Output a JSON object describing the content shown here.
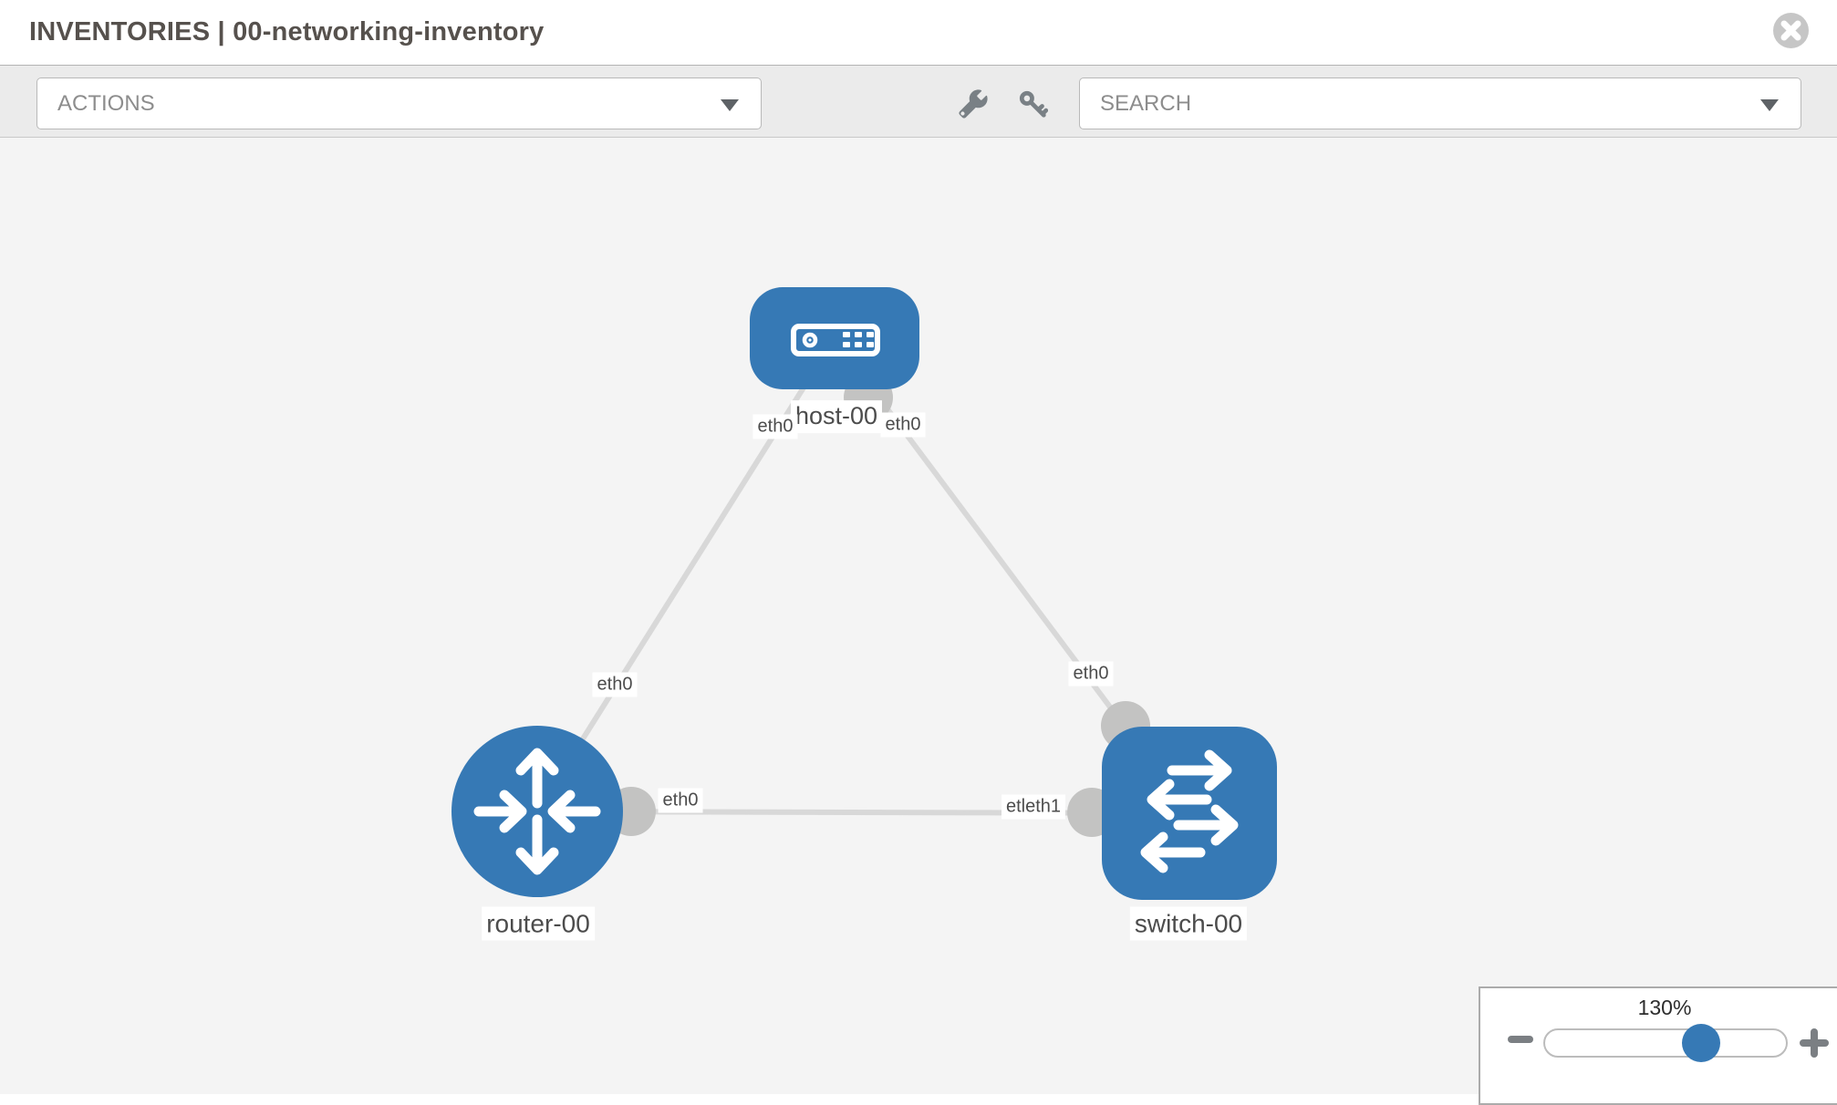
{
  "header": {
    "title": "INVENTORIES | 00-networking-inventory"
  },
  "toolbar": {
    "actions_label": "ACTIONS",
    "search_label": "SEARCH",
    "icons": [
      "wrench",
      "key"
    ]
  },
  "topology": {
    "nodes": {
      "host": {
        "label": "host-00",
        "type": "host"
      },
      "router": {
        "label": "router-00",
        "type": "router"
      },
      "switch": {
        "label": "switch-00",
        "type": "switch"
      }
    },
    "interface_labels": {
      "host_left": "eth0",
      "host_right": "eth0",
      "link_host_router": "eth0",
      "link_host_switch": "eth0",
      "link_router_switch_left": "eth0",
      "link_router_switch_right": "etleth1"
    },
    "links": [
      {
        "from": "host-00",
        "to": "router-00"
      },
      {
        "from": "host-00",
        "to": "switch-00"
      },
      {
        "from": "router-00",
        "to": "switch-00"
      }
    ]
  },
  "zoom_control": {
    "level": "130%"
  },
  "colors": {
    "node_blue": "#3679b5",
    "link_gray": "#d8d8d8",
    "interface_dot": "#c3c3c2",
    "canvas_bg": "#f4f4f4"
  }
}
